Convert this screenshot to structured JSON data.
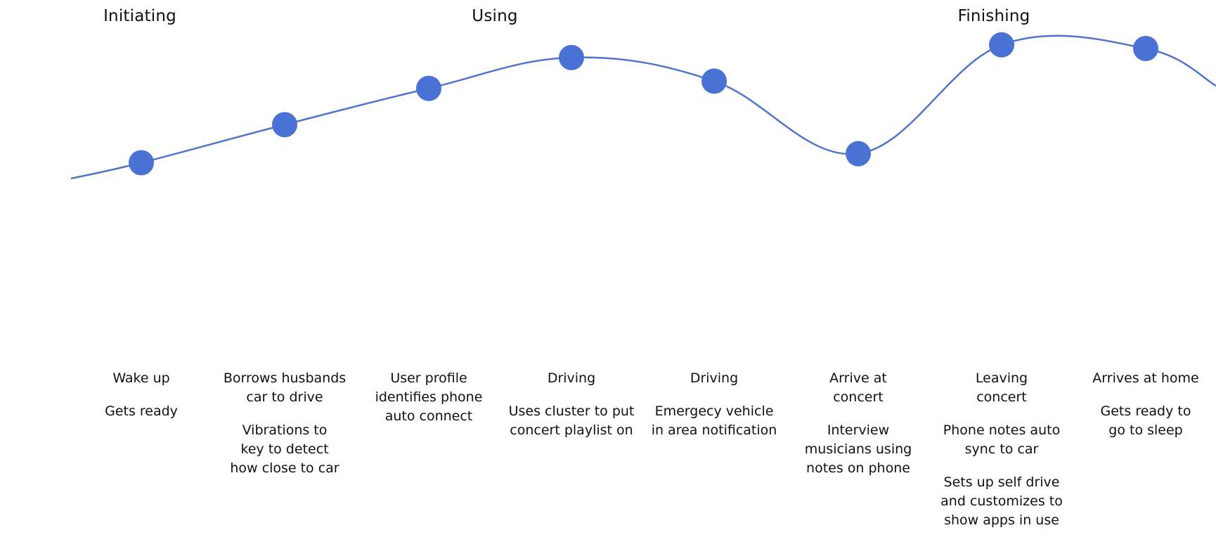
{
  "phases": {
    "initiating": "Initiating",
    "using": "Using",
    "finishing": "Finishing"
  },
  "colors": {
    "line": "#5074cc",
    "dot": "#4a72d4",
    "text": "#111111"
  },
  "steps": [
    {
      "title": "Wake up",
      "descriptions": [
        "Gets ready"
      ],
      "sentiment": 0.25
    },
    {
      "title": "Borrows husbands\ncar to drive",
      "descriptions": [
        "Vibrations to\nkey to detect\nhow close to car"
      ],
      "sentiment": 0.46
    },
    {
      "title": "User profile\nidentifies phone\nauto connect",
      "descriptions": [],
      "sentiment": 0.66
    },
    {
      "title": "Driving",
      "descriptions": [
        "Uses cluster to put\nconcert playlist on"
      ],
      "sentiment": 0.83
    },
    {
      "title": "Driving",
      "descriptions": [
        "Emergecy vehicle\nin area notification"
      ],
      "sentiment": 0.7
    },
    {
      "title": "Arrive at\nconcert",
      "descriptions": [
        "Interview\nmusicians using\nnotes on phone"
      ],
      "sentiment": 0.3
    },
    {
      "title": "Leaving\nconcert",
      "descriptions": [
        "Phone notes auto\nsync to car",
        "Sets up self drive\nand customizes to\nshow apps in use"
      ],
      "sentiment": 0.9
    },
    {
      "title": "Arrives at home",
      "descriptions": [
        "Gets ready to\ngo to sleep"
      ],
      "sentiment": 0.88
    }
  ]
}
